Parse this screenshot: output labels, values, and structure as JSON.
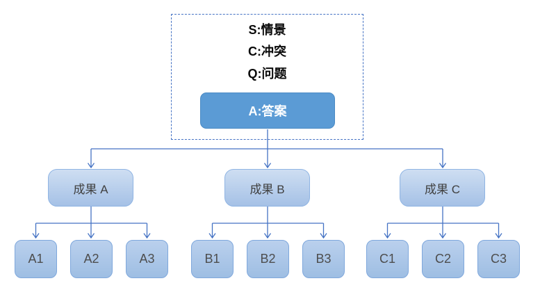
{
  "scqa": {
    "situation": "S:情景",
    "complication": "C:冲突",
    "question": "Q:问题",
    "answer": "A:答案"
  },
  "branches": [
    {
      "label": "成果 A",
      "children": [
        "A1",
        "A2",
        "A3"
      ]
    },
    {
      "label": "成果 B",
      "children": [
        "B1",
        "B2",
        "B3"
      ]
    },
    {
      "label": "成果 C",
      "children": [
        "C1",
        "C2",
        "C3"
      ]
    }
  ],
  "colors": {
    "background": "#FFFFFF",
    "connector": "#4472C4",
    "dashed_frame_border": "#4472C4",
    "answer_fill": "#5B9BD5",
    "answer_text": "#FFFFFF",
    "result_fill_top": "#CEDEF2",
    "result_fill_bottom": "#A5C1E6",
    "leaf_fill_top": "#BAD0ED",
    "leaf_fill_bottom": "#9EBEE3",
    "node_border": "#7EA7DC",
    "node_text": "#404040",
    "scqa_text": "#0A0A0A"
  }
}
